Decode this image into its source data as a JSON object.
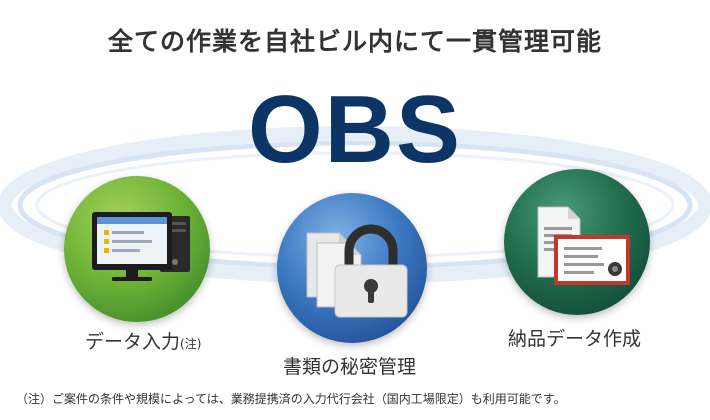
{
  "headline": "全ての作業を自社ビル内にて一貫管理可能",
  "logo_text": "OBS",
  "items": [
    {
      "label": "データ入力",
      "note": "(注)",
      "icon": "desktop-computer-icon",
      "color": "#6fb437"
    },
    {
      "label": "書類の秘密管理",
      "icon": "lock-documents-icon",
      "color": "#3c79c2"
    },
    {
      "label": "納品データ作成",
      "icon": "certificate-documents-icon",
      "color": "#1f6e4d"
    }
  ],
  "footnote": "（注）ご案件の条件や規模によっては、業務提携済の入力代行会社（国内工場限定）も利用可能です。",
  "colors": {
    "logo": "#0c3566",
    "ring": "#dbe8f6"
  }
}
